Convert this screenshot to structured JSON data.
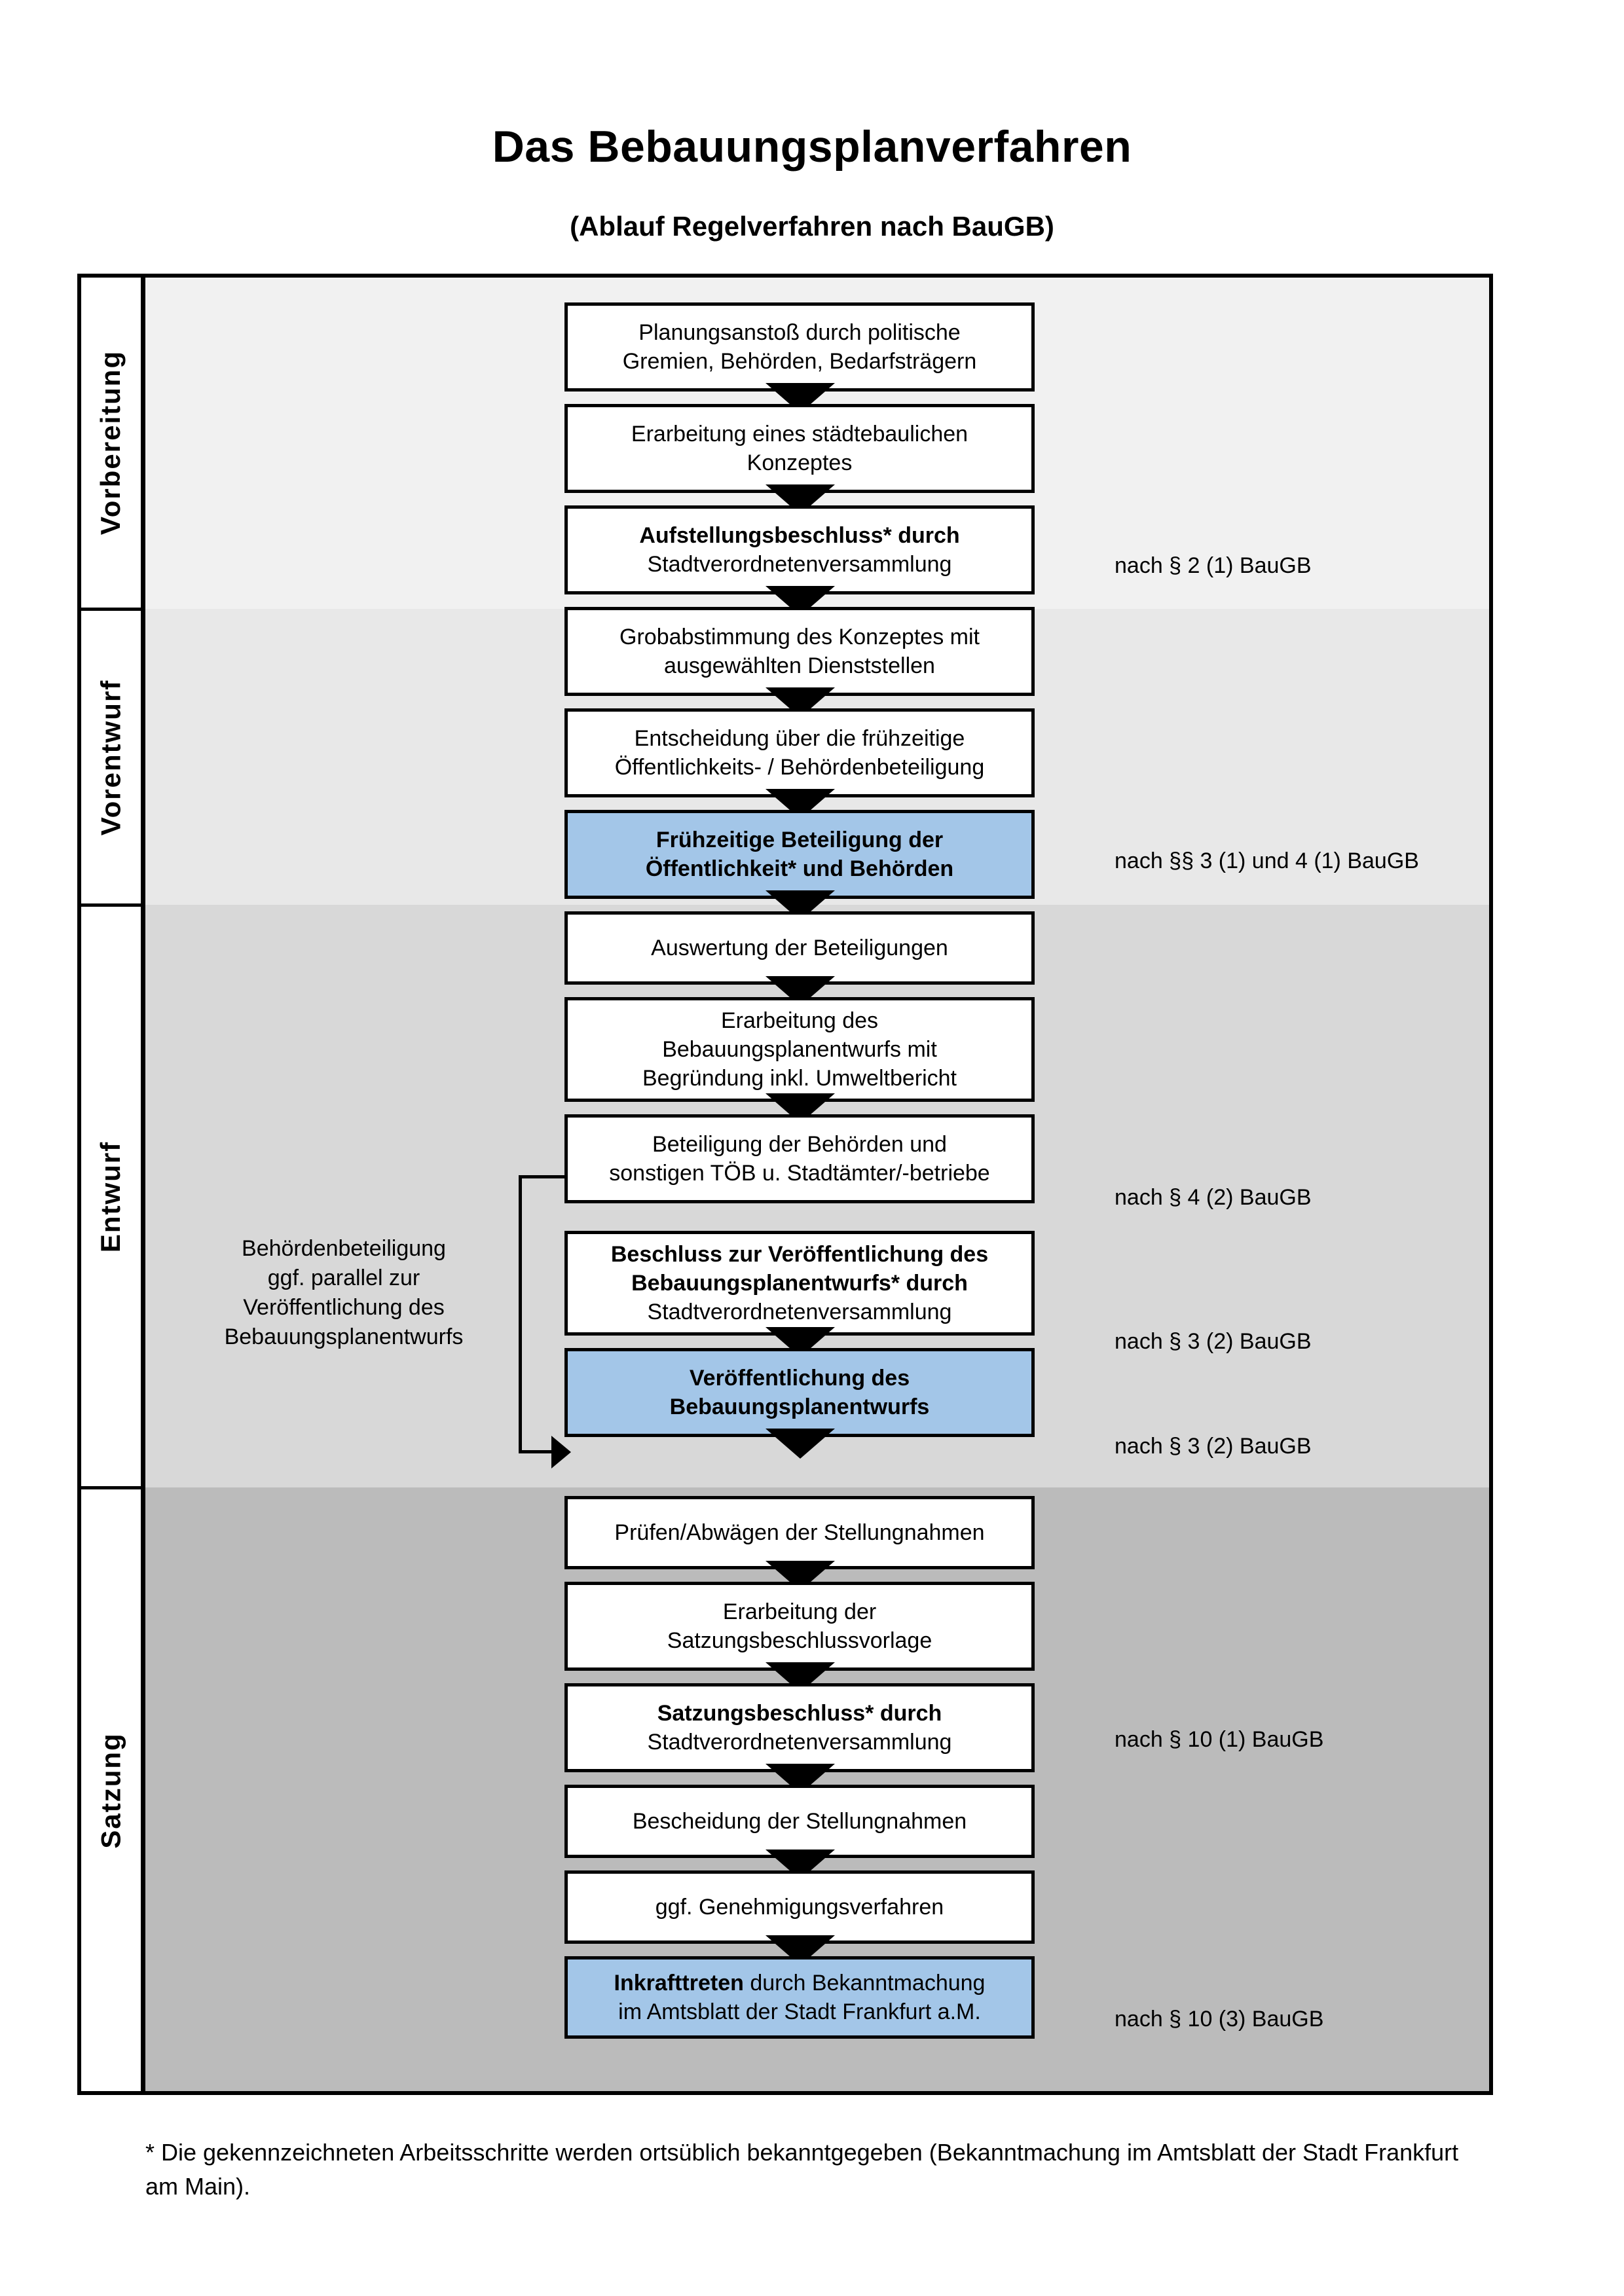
{
  "title": "Das Bebauungsplanverfahren",
  "subtitle": "(Ablauf Regelverfahren nach BauGB)",
  "phases": [
    {
      "label": "Vorbereitung"
    },
    {
      "label": "Vorentwurf"
    },
    {
      "label": "Entwurf"
    },
    {
      "label": "Satzung"
    }
  ],
  "nodes": [
    {
      "id": "planungsanstoss",
      "lines": [
        {
          "text": "Planungsanstoß durch politische",
          "bold": false
        },
        {
          "text": "Gremien, Behörden, Bedarfsträgern",
          "bold": false
        }
      ],
      "highlight": false
    },
    {
      "id": "konzept",
      "lines": [
        {
          "text": "Erarbeitung eines städtebaulichen",
          "bold": false
        },
        {
          "text": "Konzeptes",
          "bold": false
        }
      ],
      "highlight": false
    },
    {
      "id": "aufstellungsbeschluss",
      "lines": [
        {
          "text": "Aufstellungsbeschluss* durch",
          "bold": true
        },
        {
          "text": "Stadtverordnetenversammlung",
          "bold": false
        }
      ],
      "highlight": false
    },
    {
      "id": "grobabstimmung",
      "lines": [
        {
          "text": "Grobabstimmung des Konzeptes mit",
          "bold": false
        },
        {
          "text": "ausgewählten Dienststellen",
          "bold": false
        }
      ],
      "highlight": false
    },
    {
      "id": "entscheidung",
      "lines": [
        {
          "text": "Entscheidung über die frühzeitige",
          "bold": false
        },
        {
          "text": "Öffentlichkeits- / Behördenbeteiligung",
          "bold": false
        }
      ],
      "highlight": false
    },
    {
      "id": "fruehzeitige-beteiligung",
      "lines": [
        {
          "text": "Frühzeitige Beteiligung der",
          "bold": true
        },
        {
          "text": "Öffentlichkeit* und Behörden",
          "bold": true
        }
      ],
      "highlight": true
    },
    {
      "id": "auswertung",
      "lines": [
        {
          "text": "Auswertung der Beteiligungen",
          "bold": false
        }
      ],
      "highlight": false
    },
    {
      "id": "erarbeitung-entwurf",
      "lines": [
        {
          "text": "Erarbeitung des",
          "bold": false
        },
        {
          "text": "Bebauungsplanentwurfs mit",
          "bold": false
        },
        {
          "text": "Begründung inkl. Umweltbericht",
          "bold": false
        }
      ],
      "highlight": false
    },
    {
      "id": "beteiligung-behoerden",
      "lines": [
        {
          "text": "Beteiligung der Behörden und",
          "bold": false
        },
        {
          "text": "sonstigen TÖB u. Stadtämter/-betriebe",
          "bold": false
        }
      ],
      "highlight": false
    },
    {
      "id": "beschluss-veroeffentlichung",
      "lines": [
        {
          "text": "Beschluss zur Veröffentlichung des",
          "bold": true
        },
        {
          "text": "Bebauungsplanentwurfs* durch",
          "bold": true
        },
        {
          "text": "Stadtverordnetenversammlung",
          "bold": false
        }
      ],
      "highlight": false
    },
    {
      "id": "veroeffentlichung",
      "lines": [
        {
          "text": "Veröffentlichung des",
          "bold": true
        },
        {
          "text": "Bebauungsplanentwurfs",
          "bold": true
        }
      ],
      "highlight": true
    },
    {
      "id": "pruefen-abwaegen",
      "lines": [
        {
          "text": "Prüfen/Abwägen der Stellungnahmen",
          "bold": false
        }
      ],
      "highlight": false
    },
    {
      "id": "satzungsvorlage",
      "lines": [
        {
          "text": "Erarbeitung der",
          "bold": false
        },
        {
          "text": "Satzungsbeschlussvorlage",
          "bold": false
        }
      ],
      "highlight": false
    },
    {
      "id": "satzungsbeschluss",
      "lines": [
        {
          "text": "Satzungsbeschluss* durch",
          "bold": true
        },
        {
          "text": "Stadtverordnetenversammlung",
          "bold": false
        }
      ],
      "highlight": false
    },
    {
      "id": "bescheidung",
      "lines": [
        {
          "text": "Bescheidung der Stellungnahmen",
          "bold": false
        }
      ],
      "highlight": false
    },
    {
      "id": "genehmigungsverfahren",
      "lines": [
        {
          "text": "ggf. Genehmigungsverfahren",
          "bold": false
        }
      ],
      "highlight": false
    },
    {
      "id": "inkrafttreten",
      "lines": [
        {
          "text": "Inkrafttreten durch Bekanntmachung",
          "bold": true,
          "boldPrefix": "Inkrafttreten",
          "rest": " durch Bekanntmachung"
        },
        {
          "text": "im Amtsblatt der Stadt Frankfurt a.M.",
          "bold": false
        }
      ],
      "highlight": true
    }
  ],
  "notes": [
    {
      "id": "note-par2",
      "text": "nach § 2 (1) BauGB"
    },
    {
      "id": "note-par3-4",
      "text": "nach §§ 3 (1) und 4 (1) BauGB"
    },
    {
      "id": "note-par4-2",
      "text": "nach § 4 (2) BauGB"
    },
    {
      "id": "note-par3-2a",
      "text": "nach § 3 (2) BauGB"
    },
    {
      "id": "note-par3-2b",
      "text": "nach § 3 (2) BauGB"
    },
    {
      "id": "note-par10-1",
      "text": "nach § 10 (1) BauGB"
    },
    {
      "id": "note-par10-3",
      "text": "nach § 10 (3) BauGB"
    }
  ],
  "side_note": {
    "lines": [
      "Behördenbeteiligung",
      "ggf. parallel zur",
      "Veröffentlichung des",
      "Bebauungsplanentwurfs"
    ]
  },
  "footnote": "* Die gekennzeichneten Arbeitsschritte werden ortsüblich bekanntgegeben (Bekanntmachung im Amtsblatt  der Stadt Frankfurt am Main).",
  "colors": {
    "highlight_box": "#A3C6E8",
    "band_vorbereitung": "#F1F1F1",
    "band_vorentwurf": "#E8E8E8",
    "band_entwurf": "#D8D8D8",
    "band_satzung": "#BBBBBB",
    "stroke": "#000000"
  }
}
